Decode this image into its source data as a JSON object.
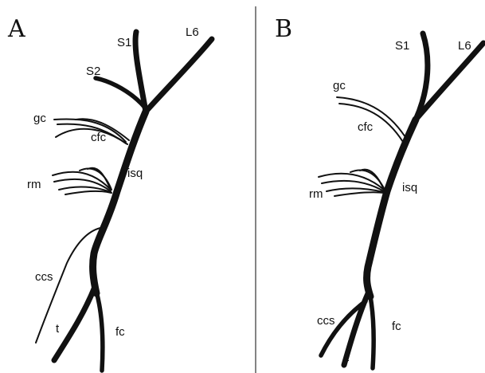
{
  "panels": [
    {
      "letter": "A",
      "labels": {
        "s1": "S1",
        "l6": "L6",
        "s2": "S2",
        "gc": "gc",
        "cfc": "cfc",
        "isq": "isq",
        "rm": "rm",
        "ccs": "ccs",
        "t": "t",
        "fc": "fc"
      }
    },
    {
      "letter": "B",
      "labels": {
        "s1": "S1",
        "l6": "L6",
        "gc": "gc",
        "cfc": "cfc",
        "isq": "isq",
        "rm": "rm",
        "ccs": "ccs",
        "t": "t",
        "fc": "fc"
      }
    }
  ],
  "colors": {
    "line": "#111111",
    "divider": "#333333",
    "background": "#ffffff"
  }
}
